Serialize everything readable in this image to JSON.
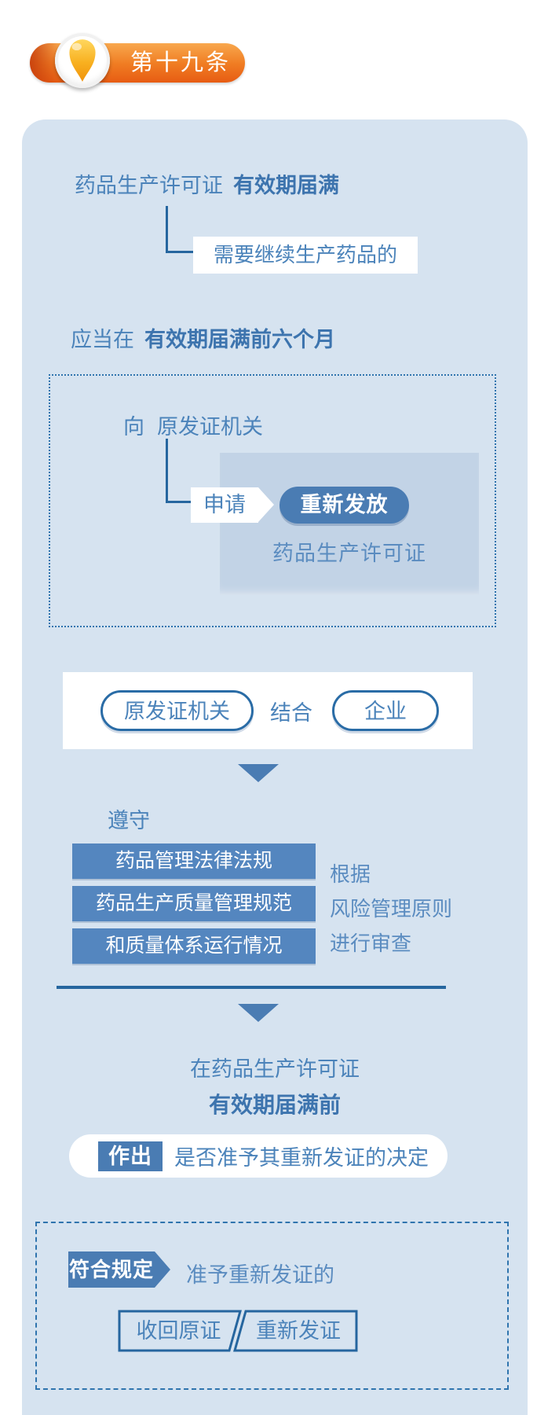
{
  "badge": {
    "label": "第十九条",
    "icon": "lightbulb-icon"
  },
  "colors": {
    "container_bg": "#d6e3f0",
    "panel_bg": "#c2d3e6",
    "text_blue": "#4b83ba",
    "dark_blue": "#26669f",
    "fill_blue": "#5486bf",
    "pill_blue": "#4a7cb3",
    "badge_orange": "#ef7d23"
  },
  "flow": {
    "expiry": {
      "normal": "药品生产许可证",
      "bold": "有效期届满"
    },
    "note": "需要继续生产药品的",
    "deadline_rule": {
      "normal": "应当在",
      "bold": "有效期届满前六个月"
    },
    "application": {
      "prefix": "向",
      "authority": "原发证机关",
      "tag": "申请",
      "pill": "重新发放",
      "license": "药品生产许可证"
    },
    "review": {
      "left": "原发证机关",
      "middle": "结合",
      "right": "企业"
    },
    "comply": {
      "heading": "遵守",
      "items": [
        "药品管理法律法规",
        "药品生产质量管理规范",
        "和质量体系运行情况"
      ],
      "basis": [
        "根据",
        "风险管理原则",
        "进行审查"
      ]
    },
    "decision_time": {
      "line1": "在药品生产许可证",
      "line2": "有效期届满前"
    },
    "decision": {
      "tag": "作出",
      "text": "是否准予其重新发证的决定"
    },
    "result": {
      "tag": "符合规定",
      "text": "准予重新发证的",
      "action_left": "收回原证",
      "action_right": "重新发证"
    }
  }
}
